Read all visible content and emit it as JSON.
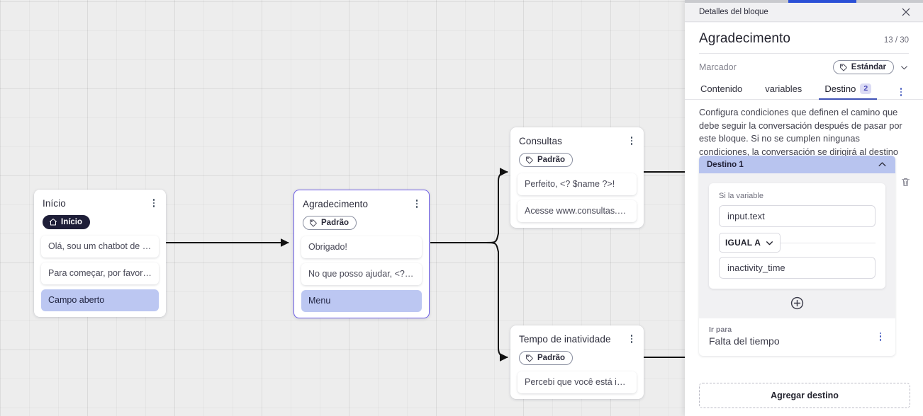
{
  "canvas": {
    "nodes": [
      {
        "id": "inicio",
        "title": "Início",
        "tag": "Início",
        "tag_icon": "home-icon",
        "tag_style": "dark",
        "messages": [
          {
            "text": "Olá, sou um chatbot de teste!",
            "highlight": false
          },
          {
            "text": "Para começar, por favor digite o ...",
            "highlight": false
          },
          {
            "text": "Campo aberto",
            "highlight": true
          }
        ]
      },
      {
        "id": "agradecimento",
        "title": "Agradecimento",
        "tag": "Padrão",
        "tag_icon": "tag-icon",
        "tag_style": "outline",
        "selected": true,
        "messages": [
          {
            "text": "Obrigado!",
            "highlight": false
          },
          {
            "text": "No que posso ajudar, <? $name ...",
            "highlight": false
          },
          {
            "text": "Menu",
            "highlight": true
          }
        ]
      },
      {
        "id": "consultas",
        "title": "Consultas",
        "tag": "Padrão",
        "tag_icon": "tag-icon",
        "tag_style": "outline",
        "messages": [
          {
            "text": "Perfeito, <? $name ?>!",
            "highlight": false
          },
          {
            "text": "Acesse www.consultas.com par...",
            "highlight": false
          }
        ]
      },
      {
        "id": "inatividade",
        "title": "Tempo de inatividade",
        "tag": "Padrão",
        "tag_icon": "tag-icon",
        "tag_style": "outline",
        "messages": [
          {
            "text": "Percebi que você está inativo. C...",
            "highlight": false
          }
        ]
      }
    ]
  },
  "panel": {
    "header_title": "Detalles del bloque",
    "close_icon": "close-icon",
    "block_title": "Agradecimento",
    "counter": "13 / 30",
    "marker_label": "Marcador",
    "marker_value": "Estándar",
    "marker_icon": "tag-icon",
    "marker_chevron": "chevron-down-icon",
    "tabs": [
      {
        "label": "Contenido",
        "active": false,
        "badge": ""
      },
      {
        "label": "variables",
        "active": false,
        "badge": ""
      },
      {
        "label": "Destino",
        "active": true,
        "badge": "2"
      }
    ],
    "tabs_menu_icon": "kebab-menu-icon",
    "description": "Configura condiciones que definen el camino que debe seguir la conversación después de pasar por este bloque. Si no se cumplen ningunas condiciones, la conversación se dirigirá al destino predeterminado.",
    "destination": {
      "header": "Destino 1",
      "collapse_icon": "chevron-up-icon",
      "delete_icon": "trash-icon",
      "condition_label": "Si la variable",
      "variable_value": "input.text",
      "operator": "IGUAL A",
      "operator_icon": "chevron-down-icon",
      "compare_value": "inactivity_time",
      "add_condition_icon": "plus-circle-icon",
      "goto_label": "Ir para",
      "goto_value": "Falta del tiempo",
      "goto_menu_icon": "kebab-menu-icon"
    },
    "add_destination_label": "Agregar destino",
    "colors": {
      "accent_blue": "#3f51b5",
      "scrollbar_blue": "#2b50d6",
      "destination_header": "#b8c4ef",
      "highlight_message": "#bcc7f2",
      "selected_node_border": "#6c5ce7"
    }
  }
}
